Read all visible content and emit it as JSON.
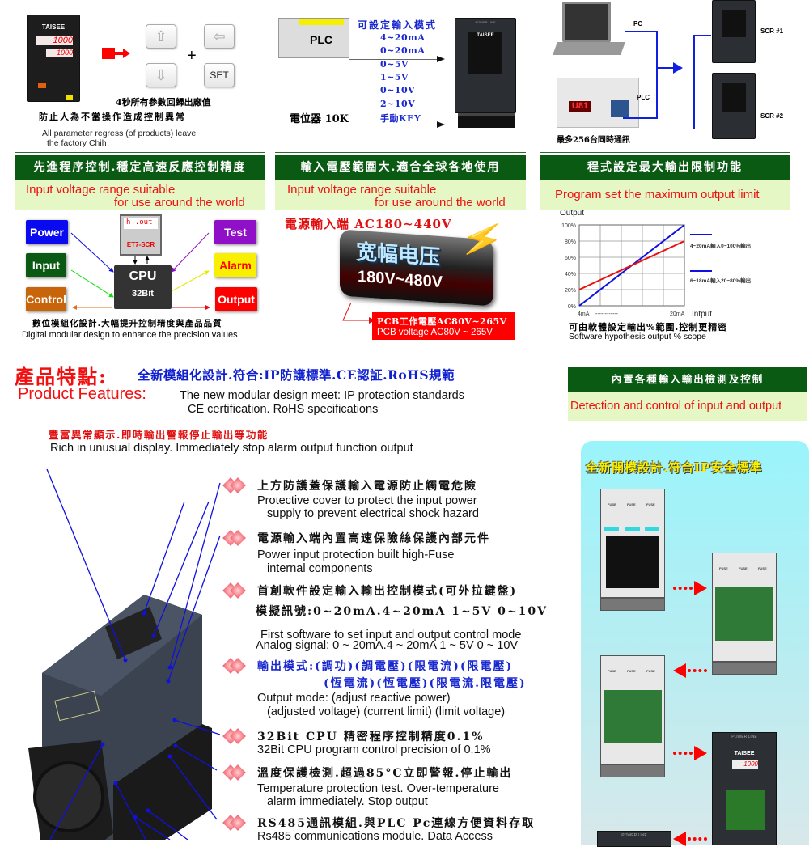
{
  "top_left": {
    "brand": "TAISEE",
    "display1": "1000",
    "display2": "1000",
    "set_label": "SET",
    "plus": "+",
    "cn_line1": "4秒所有參數回歸出廠值",
    "cn_line2": "防止人為不當操作造成控制異常",
    "en_line1": "All parameter regress (of products) leave",
    "en_line2": "the factory Chih"
  },
  "top_mid": {
    "plc_label": "PLC",
    "title": "可設定輸入模式",
    "modes": [
      "4~20mA",
      "0~20mA",
      "0~5V",
      "1~5V",
      "0~10V",
      "2~10V",
      "手動KEY"
    ],
    "pot_label": "電位器 10K",
    "device_brand": "TAISEE",
    "device_top": "POWER LINE"
  },
  "top_right": {
    "pc_label": "PC",
    "plc_label": "PLC",
    "scr1": "SCR #1",
    "scr2": "SCR #2",
    "caption": "最多256台同時通訊",
    "plc_display": "U81"
  },
  "col1": {
    "header": "先進程序控制.穩定高速反應控制精度",
    "band_line1": "Input voltage range suitable",
    "band_line2": "for use around the world",
    "boxes": {
      "power": "Power",
      "input": "Input",
      "control": "Control",
      "test": "Test",
      "alarm": "Alarm",
      "output": "Output"
    },
    "cpu": "CPU",
    "cpu_bits": "32Bit",
    "module_display": "h .out",
    "module_name": "ET7-SCR",
    "caption_cn": "數位模組化設計.大幅提升控制精度與產品品質",
    "caption_en": "Digital modular design to enhance the precision values",
    "colors": {
      "power": "#0a0af0",
      "input": "#0b5a14",
      "control": "#c8640a",
      "test": "#9010c8",
      "alarm": "#f8f000",
      "output": "#f00000"
    }
  },
  "col2": {
    "header": "輸入電壓範圍大.適合全球各地使用",
    "band_line1": "Input voltage range suitable",
    "band_line2": "for use around the world",
    "ac_input": "電源輸入端 AC180~440V",
    "badge_cn": "宽幅电压",
    "badge_range": "180V~480V",
    "pcb_cn": "PCB工作電壓AC80V~265V",
    "pcb_en": "PCB voltage AC80V ~ 265V"
  },
  "col3": {
    "header": "程式設定最大輸出限制功能",
    "band": "Program set the maximum output limit",
    "caption_cn": "可由軟體設定輸出%範圍.控制更精密",
    "caption_en": "Software hypothesis output % scope"
  },
  "chart_data": {
    "type": "line",
    "ylabel": "Output",
    "xlabel": "Intput",
    "x_ticks": [
      "4mA",
      "20mA"
    ],
    "x_dash": "------------",
    "y_ticks": [
      "0%",
      "20%",
      "40%",
      "60%",
      "80%",
      "100%"
    ],
    "ylim": [
      0,
      100
    ],
    "xlim": [
      4,
      20
    ],
    "grid": true,
    "legend_placement": "right",
    "series": [
      {
        "name": "4~20mA輸入0~100%輸出",
        "color": "#1010e0",
        "x": [
          4,
          20
        ],
        "y": [
          0,
          100
        ]
      },
      {
        "name": "6~18mA輸入20~80%輸出",
        "color": "#e81010",
        "x": [
          4,
          20
        ],
        "y": [
          20,
          80
        ]
      }
    ]
  },
  "features": {
    "title_cn": "產品特點:",
    "subtitle_cn": "全新模組化設計.符合:IP防護標準.CE認証.RoHS規範",
    "title_en": "Product Features:",
    "subtitle_en1": "The new modular design meet: IP protection standards",
    "subtitle_en2": "CE certification. RoHS specifications",
    "display_cn": "豐富異常顯示.即時輸出警報停止輸出等功能",
    "display_en": "Rich in unusual display. Immediately stop alarm output function output",
    "items": [
      {
        "cn": "上方防護蓋保護輸入電源防止觸電危險",
        "en1": "Protective cover to protect the input power",
        "en2": "supply to prevent electrical shock hazard"
      },
      {
        "cn": "電源輸入端內置高速保險絲保護內部元件",
        "en1": "Power input protection built high-Fuse",
        "en2": "internal components"
      },
      {
        "cn": "首創軟件設定輸入輸出控制模式(可外拉鍵盤)",
        "cn2": "模擬訊號:0~20mA.4~20mA 1~5V 0~10V",
        "en1": "First software to set input and output control mode",
        "en2": "Analog signal: 0 ~ 20mA.4 ~ 20mA 1 ~ 5V 0 ~ 10V"
      },
      {
        "cn": "輸出模式:(調功)(調電壓)(限電流)(限電壓)",
        "cn2": "(恆電流)(恆電壓)(限電流.限電壓)",
        "en1": "Output mode: (adjust reactive power)",
        "en2": "(adjusted voltage) (current limit) (limit voltage)"
      },
      {
        "cn": "32Bit CPU 精密程序控制精度0.1%",
        "en1": "32Bit CPU program control precision of 0.1%"
      },
      {
        "cn": "溫度保護檢測.超過85°C立即警報.停止輸出",
        "en1": "Temperature protection test. Over-temperature",
        "en2": "alarm immediately. Stop output"
      },
      {
        "cn": "RS485通訊模組.與PLC Pc連線方便資料存取",
        "en1": "Rs485 communications module. Data Access"
      }
    ]
  },
  "right_mid": {
    "header": "內置各種輸入輸出檢測及控制",
    "band": "Detection and control of input and output",
    "panel_title": "全新開模設計.符合IP安全標準",
    "fuse": "FUSE",
    "device_top": "POWER LINE",
    "device_brand": "TAISEE",
    "device_display": "1000"
  }
}
